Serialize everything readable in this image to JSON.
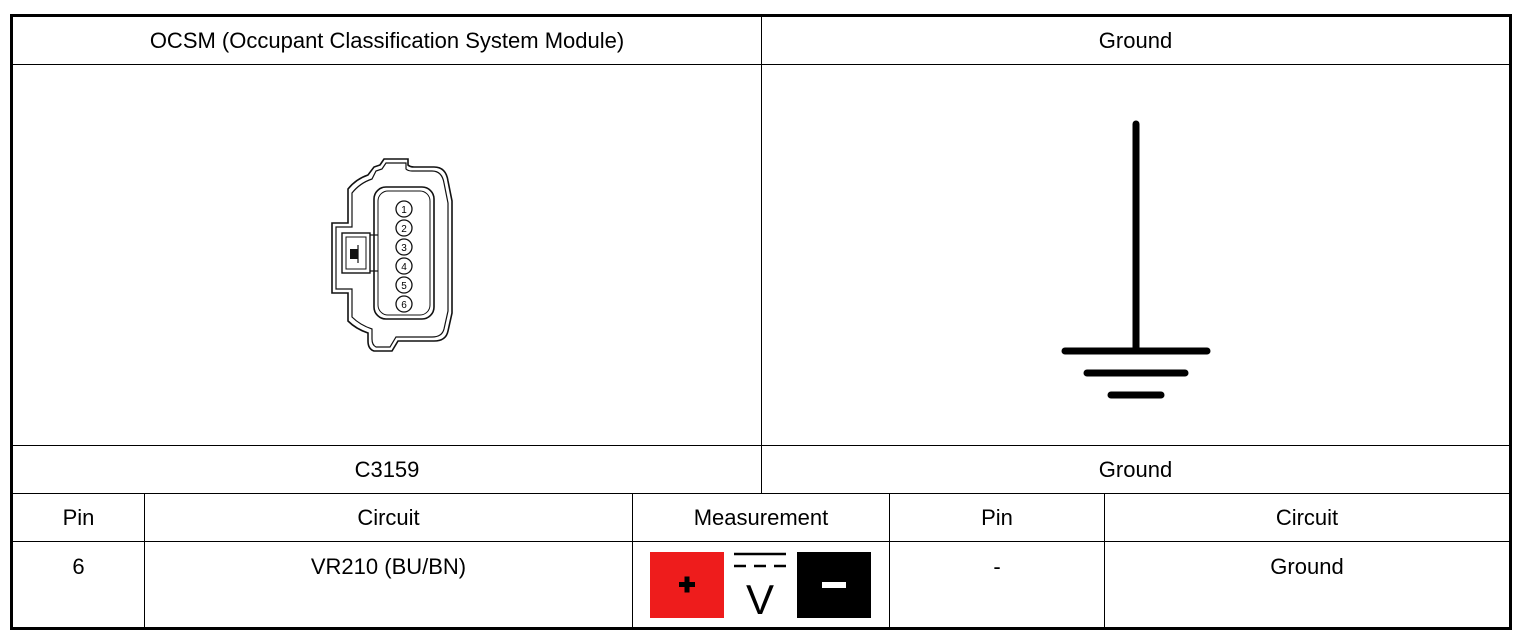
{
  "component": {
    "title": "OCSM (Occupant Classification System Module)",
    "connector": "C3159",
    "pin_numbers": [
      "1",
      "2",
      "3",
      "4",
      "5",
      "6"
    ]
  },
  "ground": {
    "title": "Ground",
    "connector": "Ground"
  },
  "table": {
    "headers": {
      "pin_left": "Pin",
      "circuit_left": "Circuit",
      "measurement": "Measurement",
      "pin_right": "Pin",
      "circuit_right": "Circuit"
    },
    "row": {
      "pin_left": "6",
      "circuit_left": "VR210 (BU/BN)",
      "pin_right": "-",
      "circuit_right": "Ground"
    }
  },
  "measurement": {
    "positive_color": "#ee1c1c",
    "negative_color": "#000000",
    "unit_symbol": "V"
  }
}
